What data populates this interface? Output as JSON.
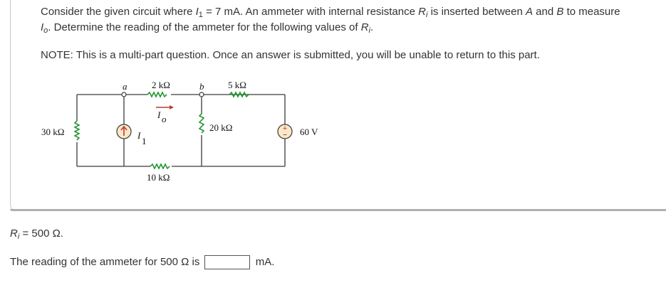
{
  "question": {
    "line1_a": "Consider the given circuit where ",
    "var_I": "I",
    "sub_1": "1",
    "line1_b": " = 7 mA. An ammeter with internal resistance ",
    "var_R": "R",
    "sub_i": "i",
    "line1_c": " is inserted between ",
    "var_A": "A",
    "line1_d": " and ",
    "var_B": "B",
    "line1_e": " to measure",
    "var_Io": "I",
    "sub_o": "o",
    "line2_a": ". Determine the reading of the ammeter for the following values of ",
    "line2_end": ".",
    "note": "NOTE: This is a multi-part question. Once an answer is submitted, you will be unable to return to this part."
  },
  "circuit": {
    "node_a": "a",
    "node_b": "b",
    "r_top_left": "2 kΩ",
    "r_top_right": "5 kΩ",
    "r_left": "30 kΩ",
    "r_middle": "20 kΩ",
    "r_bottom": "10 kΩ",
    "source_v": "60 V",
    "current_I": "I",
    "current_o": "o",
    "source_I": "I",
    "source_1": "1",
    "plus": "+",
    "minus": "−"
  },
  "given": {
    "var_R": "R",
    "sub_i": "i",
    "value": " = 500 Ω."
  },
  "answer": {
    "prefix": "The reading of the ammeter for 500 Ω is",
    "value": "",
    "unit": "mA."
  }
}
